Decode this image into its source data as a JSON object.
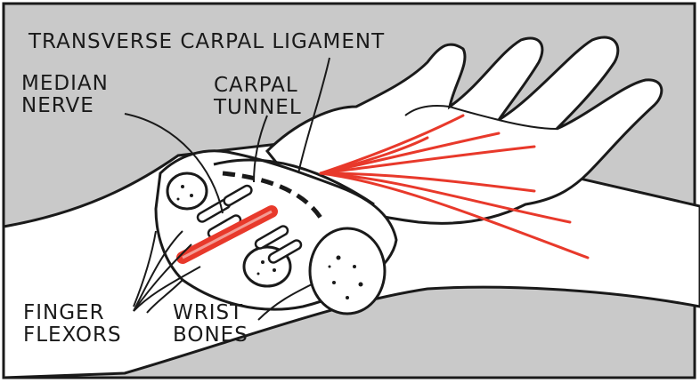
{
  "labels": {
    "transverse_carpal_ligament": "TRANSVERSE CARPAL LIGAMENT",
    "median_nerve": [
      "MEDIAN",
      "NERVE"
    ],
    "carpal_tunnel": [
      "CARPAL",
      "TUNNEL"
    ],
    "finger_flexors": [
      "FINGER",
      "FLEXORS"
    ],
    "wrist_bones": [
      "WRIST",
      "BONES"
    ]
  },
  "colors": {
    "background": "#c9c9c9",
    "skin": "#ffffff",
    "ink": "#1a1a1a",
    "nerve": "#e8392b"
  }
}
